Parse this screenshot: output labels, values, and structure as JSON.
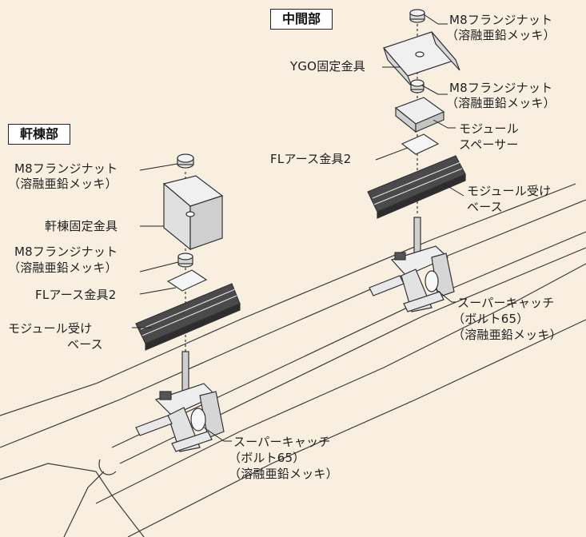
{
  "sections": {
    "middle": "中間部",
    "eave": "軒棟部"
  },
  "middle": {
    "nut_top_1": "M8フランジナット",
    "nut_top_2": "（溶融亜鉛メッキ）",
    "ygo": "YGO固定金具",
    "nut_mid_1": "M8フランジナット",
    "nut_mid_2": "（溶融亜鉛メッキ）",
    "spacer_1": "モジュール",
    "spacer_2": "スペーサー",
    "fl": "FLアース金具2",
    "base_1": "モジュール受け",
    "base_2": "ベース",
    "catch_1": "スーパーキャッチ",
    "catch_2": "（ボルト65）",
    "catch_3": "（溶融亜鉛メッキ）"
  },
  "eave": {
    "nut_top_1": "M8フランジナット",
    "nut_top_2": "（溶融亜鉛メッキ）",
    "fix": "軒棟固定金具",
    "nut_mid_1": "M8フランジナット",
    "nut_mid_2": "（溶融亜鉛メッキ）",
    "fl": "FLアース金具2",
    "base_1": "モジュール受け",
    "base_2": "ベース",
    "catch_1": "スーパーキャッチ",
    "catch_2": "（ボルト65）",
    "catch_3": "（溶融亜鉛メッキ）"
  },
  "colors": {
    "background": "#f8efe1",
    "line": "#333333",
    "metal": "#e4e4e4",
    "rail": "#3a3a3a"
  }
}
